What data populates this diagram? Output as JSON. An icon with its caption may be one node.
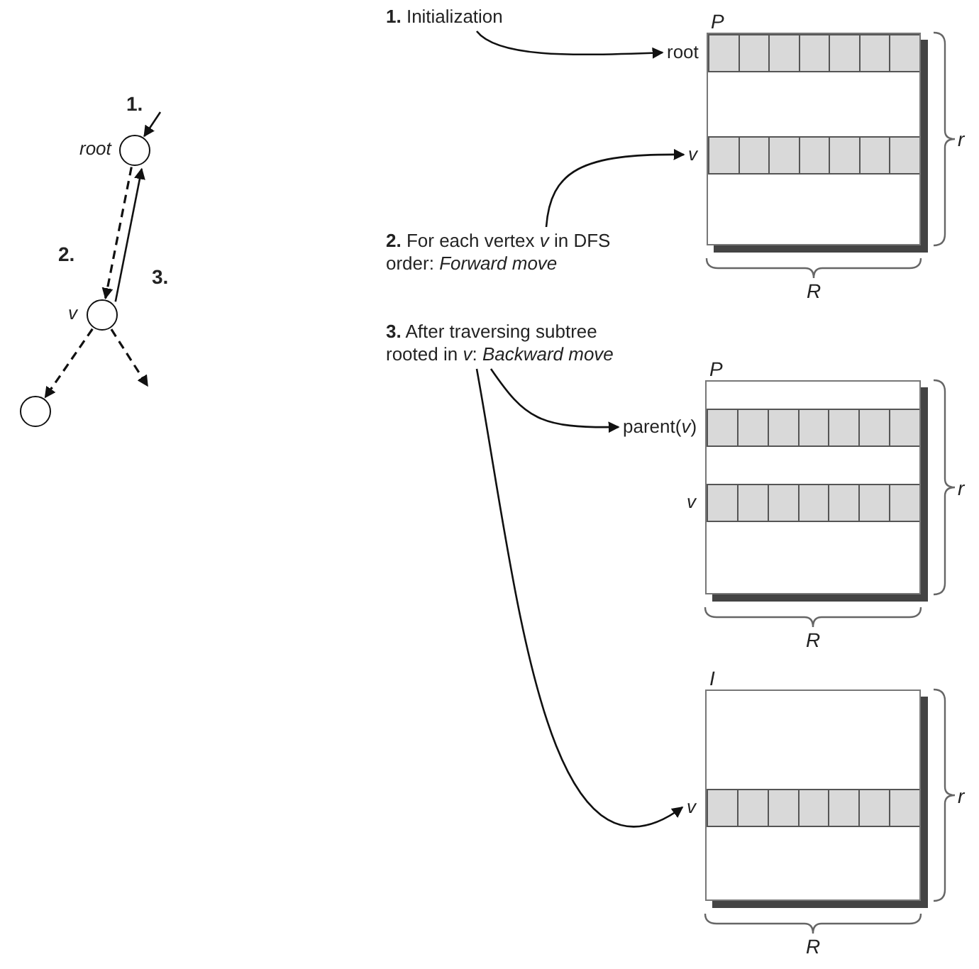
{
  "diagram": {
    "nodes": [
      {
        "text": [],
        "shape": "circle",
        "beside": [
          "root"
        ]
      },
      {
        "text": [],
        "shape": "circle",
        "beside": [
          "v"
        ]
      },
      {
        "text": [],
        "shape": "circle"
      },
      {
        "text": [
          "**1.** Initialization"
        ]
      },
      {
        "text": [
          "P"
        ]
      },
      {
        "text": [],
        "shape": "bar",
        "in": 4,
        "beside": [
          "root"
        ]
      },
      {
        "text": [],
        "shape": "bar",
        "in": 4,
        "beside": [
          "v"
        ]
      },
      {
        "text": [
          "**2.** For each vertex *v* in DFS order: *Forward move*"
        ]
      },
      {
        "text": [
          "**3.** After traversing subtree rooted in *v*: *Backward move*"
        ]
      },
      {
        "text": [
          "P"
        ]
      },
      {
        "text": [],
        "shape": "bar",
        "in": 9,
        "beside": [
          "parent(*v*)"
        ]
      },
      {
        "text": [],
        "shape": "bar",
        "in": 9,
        "beside": [
          "v"
        ]
      },
      {
        "text": [
          "I"
        ]
      },
      {
        "text": [],
        "shape": "bar",
        "in": 12,
        "beside": [
          "v"
        ]
      }
    ],
    "edges": [
      {
        "from": null,
        "to": 0,
        "arrow": "to",
        "label": "1."
      },
      {
        "from": 0,
        "to": 1,
        "arrow": "to",
        "label": "2.",
        "style": "dashed"
      },
      {
        "from": 1,
        "to": 0,
        "arrow": "to",
        "label": "3."
      },
      {
        "from": 1,
        "to": 2,
        "arrow": "to",
        "style": "dashed"
      },
      {
        "from": 1,
        "to": null,
        "arrow": "to",
        "style": "dashed"
      },
      {
        "from": 3,
        "to": 5,
        "arrow": "to"
      },
      {
        "from": 7,
        "to": 6,
        "arrow": "to"
      },
      {
        "from": 8,
        "to": 10,
        "arrow": "to"
      },
      {
        "from": 8,
        "to": 13,
        "arrow": "to"
      }
    ],
    "labels": [
      "r",
      "R",
      "r",
      "R",
      "r",
      "R"
    ]
  }
}
